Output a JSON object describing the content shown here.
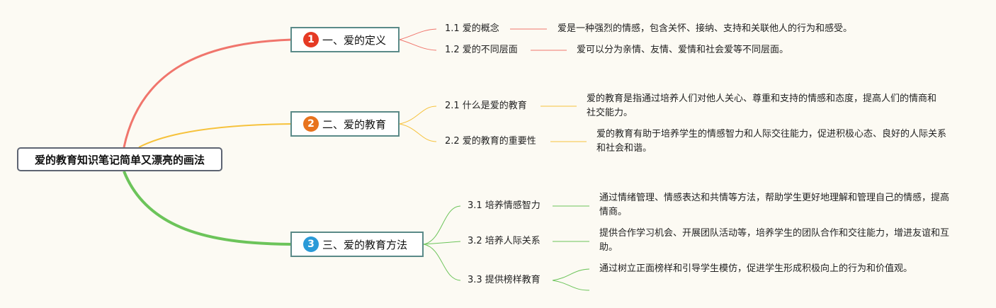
{
  "root": "爱的教育知识笔记简单又漂亮的画法",
  "colors": {
    "branch1": "#f0756c",
    "branch2": "#f6c23c",
    "branch3": "#6cc45a",
    "num1": "#e53a24",
    "num2": "#e8731e",
    "num3": "#2a9ad8"
  },
  "topics": [
    {
      "num": "1",
      "label": "一、爱的定义",
      "subs": [
        {
          "label": "1.1 爱的概念",
          "desc": "爱是一种强烈的情感，包含关怀、接纳、支持和关联他人的行为和感受。"
        },
        {
          "label": "1.2 爱的不同层面",
          "desc": "爱可以分为亲情、友情、爱情和社会爱等不同层面。"
        }
      ]
    },
    {
      "num": "2",
      "label": "二、爱的教育",
      "subs": [
        {
          "label": "2.1 什么是爱的教育",
          "desc": "爱的教育是指通过培养人们对他人关心、尊重和支持的情感和态度，提高人们的情商和社交能力。"
        },
        {
          "label": "2.2 爱的教育的重要性",
          "desc": "爱的教育有助于培养学生的情感智力和人际交往能力，促进积极心态、良好的人际关系和社会和谐。"
        }
      ]
    },
    {
      "num": "3",
      "label": "三、爱的教育方法",
      "subs": [
        {
          "label": "3.1 培养情感智力",
          "desc": "通过情绪管理、情感表达和共情等方法，帮助学生更好地理解和管理自己的情感，提高情商。"
        },
        {
          "label": "3.2 培养人际关系",
          "desc": "提供合作学习机会、开展团队活动等，培养学生的团队合作和交往能力，增进友谊和互助。"
        },
        {
          "label": "3.3 提供榜样教育",
          "desc": "通过树立正面榜样和引导学生模仿，促进学生形成积极向上的行为和价值观。"
        }
      ]
    }
  ]
}
